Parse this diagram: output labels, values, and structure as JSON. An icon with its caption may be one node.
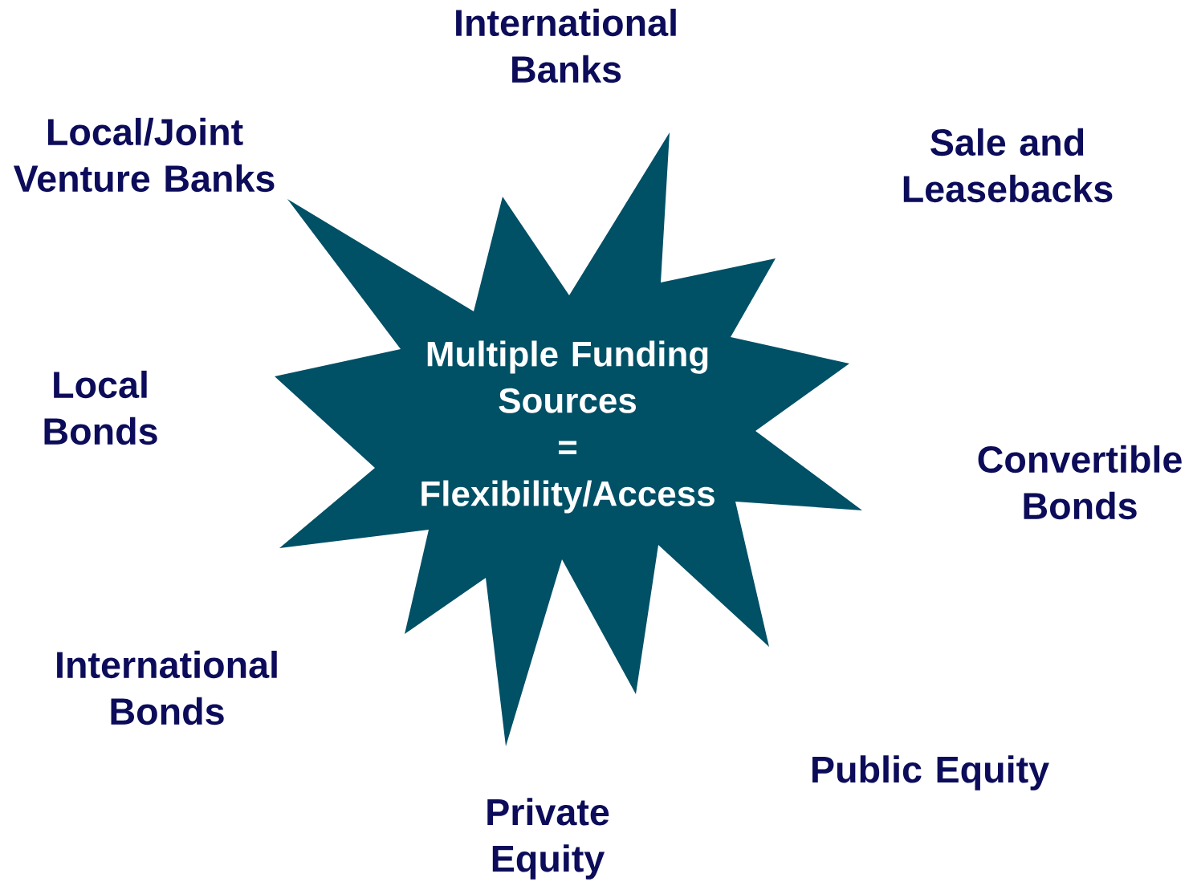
{
  "diagram": {
    "nodes": [
      {
        "text": [
          "Multiple Funding Sources",
          "=",
          "Flexibility/Access"
        ]
      }
    ],
    "labels": [
      "International Banks",
      "Local/Joint Venture Banks",
      "Sale and Leasebacks",
      "Local Bonds",
      "Convertible Bonds",
      "International Bonds",
      "Public Equity",
      "Private Equity"
    ]
  }
}
